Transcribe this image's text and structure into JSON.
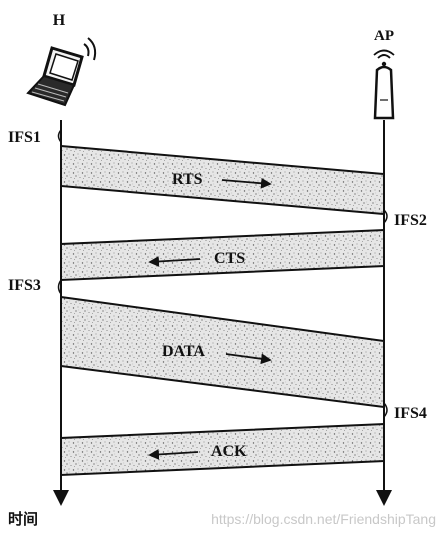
{
  "nodes": {
    "host_label": "H",
    "ap_label": "AP",
    "host_icon": "laptop-wifi-icon",
    "ap_icon": "access-point-antenna-icon"
  },
  "ifs_labels": {
    "ifs1": "IFS1",
    "ifs2": "IFS2",
    "ifs3": "IFS3",
    "ifs4": "IFS4"
  },
  "frames": {
    "rts": "RTS",
    "cts": "CTS",
    "data": "DATA",
    "ack": "ACK"
  },
  "time_axis_label": "时间",
  "watermark": "https://blog.csdn.net/FriendshipTang",
  "colors": {
    "ink": "#111111",
    "band_fill": "#e4e4e4",
    "speckle": "#6a6a6a"
  }
}
